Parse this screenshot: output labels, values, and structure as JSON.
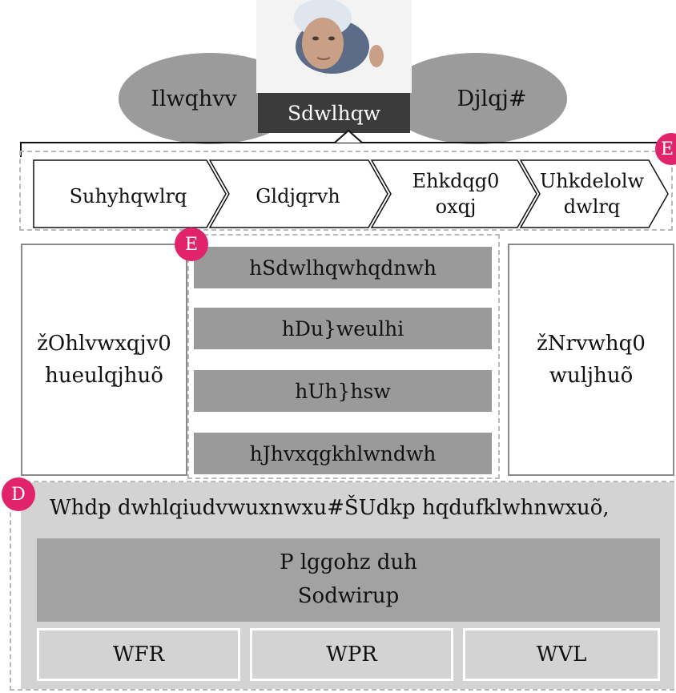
{
  "top": {
    "left_ellipse": "Ilwqhvv",
    "right_ellipse": "Djlqj#",
    "photo_caption": "Sdwlhqw"
  },
  "badges": {
    "upper_right": "E",
    "middle": "E",
    "lower_left": "D"
  },
  "process_steps": [
    {
      "line1": "Suhyhqwlrq",
      "line2": ""
    },
    {
      "line1": "Gldjqrvh",
      "line2": ""
    },
    {
      "line1": "Ehkdqg0",
      "line2": "oxqj"
    },
    {
      "line1": "Uhkdelolw",
      "line2": "dwlrq"
    }
  ],
  "left_box": {
    "line1": "žOhlvwxqjv0",
    "line2": "hueulqjhuõ"
  },
  "right_box": {
    "line1": "žNrvwhq0",
    "line2": "wuljhuõ"
  },
  "middle_bars": [
    "hSdwlhqwhqdnwh",
    "hDu}weulhi",
    "hUh}hsw",
    "hJhvxqgkhlwndwh"
  ],
  "bottom": {
    "title": "Whdp dwhlqiudvwuxnwxu#ŠUdkp hqdufklwhnwxuõ,",
    "platform_line1": "P lggohz duh",
    "platform_line2": "Sodwirup",
    "techs": [
      "WFR",
      "WPR",
      "WVL"
    ]
  },
  "colors": {
    "badge": "#e0236a",
    "ellipse": "#9b9b9b",
    "caption_bg": "#3b3b3b",
    "bar": "#9a9a9a",
    "panel": "#d3d3d3",
    "platform": "#a2a2a2"
  }
}
